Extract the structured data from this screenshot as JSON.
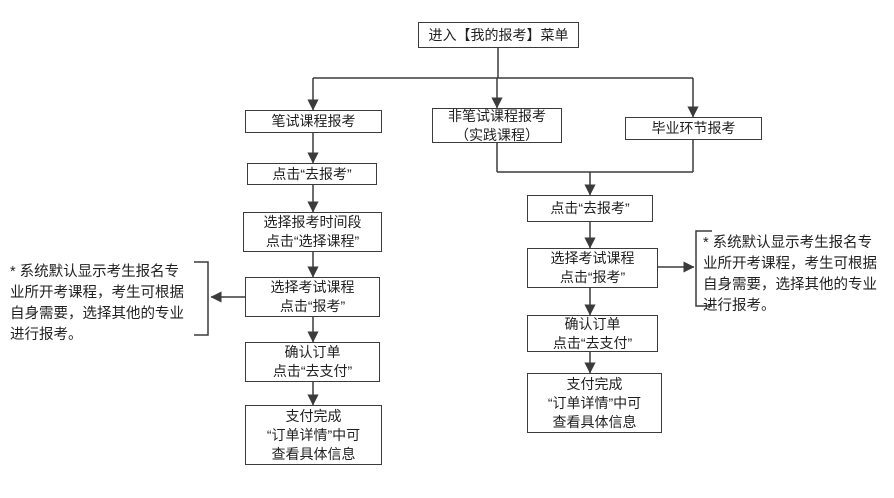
{
  "flowchart": {
    "entry": {
      "label": "进入【我的报考】菜单"
    },
    "branches": {
      "written": {
        "label": "笔试课程报考"
      },
      "non_written": {
        "label": "非笔试课程报考\n（实践课程）"
      },
      "graduation": {
        "label": "毕业环节报考"
      }
    },
    "written_flow": {
      "go_register": {
        "label": "点击“去报考”"
      },
      "select_period": {
        "label": "选择报考时间段\n点击“选择课程”"
      },
      "select_course": {
        "label": "选择考试课程\n点击“报考”"
      },
      "confirm_order": {
        "label": "确认订单\n点击“去支付”"
      },
      "payment_done": {
        "label": "支付完成\n“订单详情”中可\n查看具体信息"
      }
    },
    "merged_flow": {
      "go_register": {
        "label": "点击“去报考”"
      },
      "select_course": {
        "label": "选择考试课程\n点击“报考”"
      },
      "confirm_order": {
        "label": "确认订单\n点击“去支付”"
      },
      "payment_done": {
        "label": "支付完成\n“订单详情”中可\n查看具体信息"
      }
    },
    "notes": {
      "left": {
        "text": "* 系统默认显示考生报名专\n业所开考课程，考生可根据\n自身需要，选择其他的专业\n进行报考。"
      },
      "right": {
        "text": "* 系统默认显示考生报名专\n业所开考课程，考生可根据\n自身需要，选择其他的专业\n进行报考。"
      }
    },
    "colors": {
      "line": "#3b3b3b",
      "text": "#1f1f1f",
      "background": "#ffffff"
    }
  }
}
